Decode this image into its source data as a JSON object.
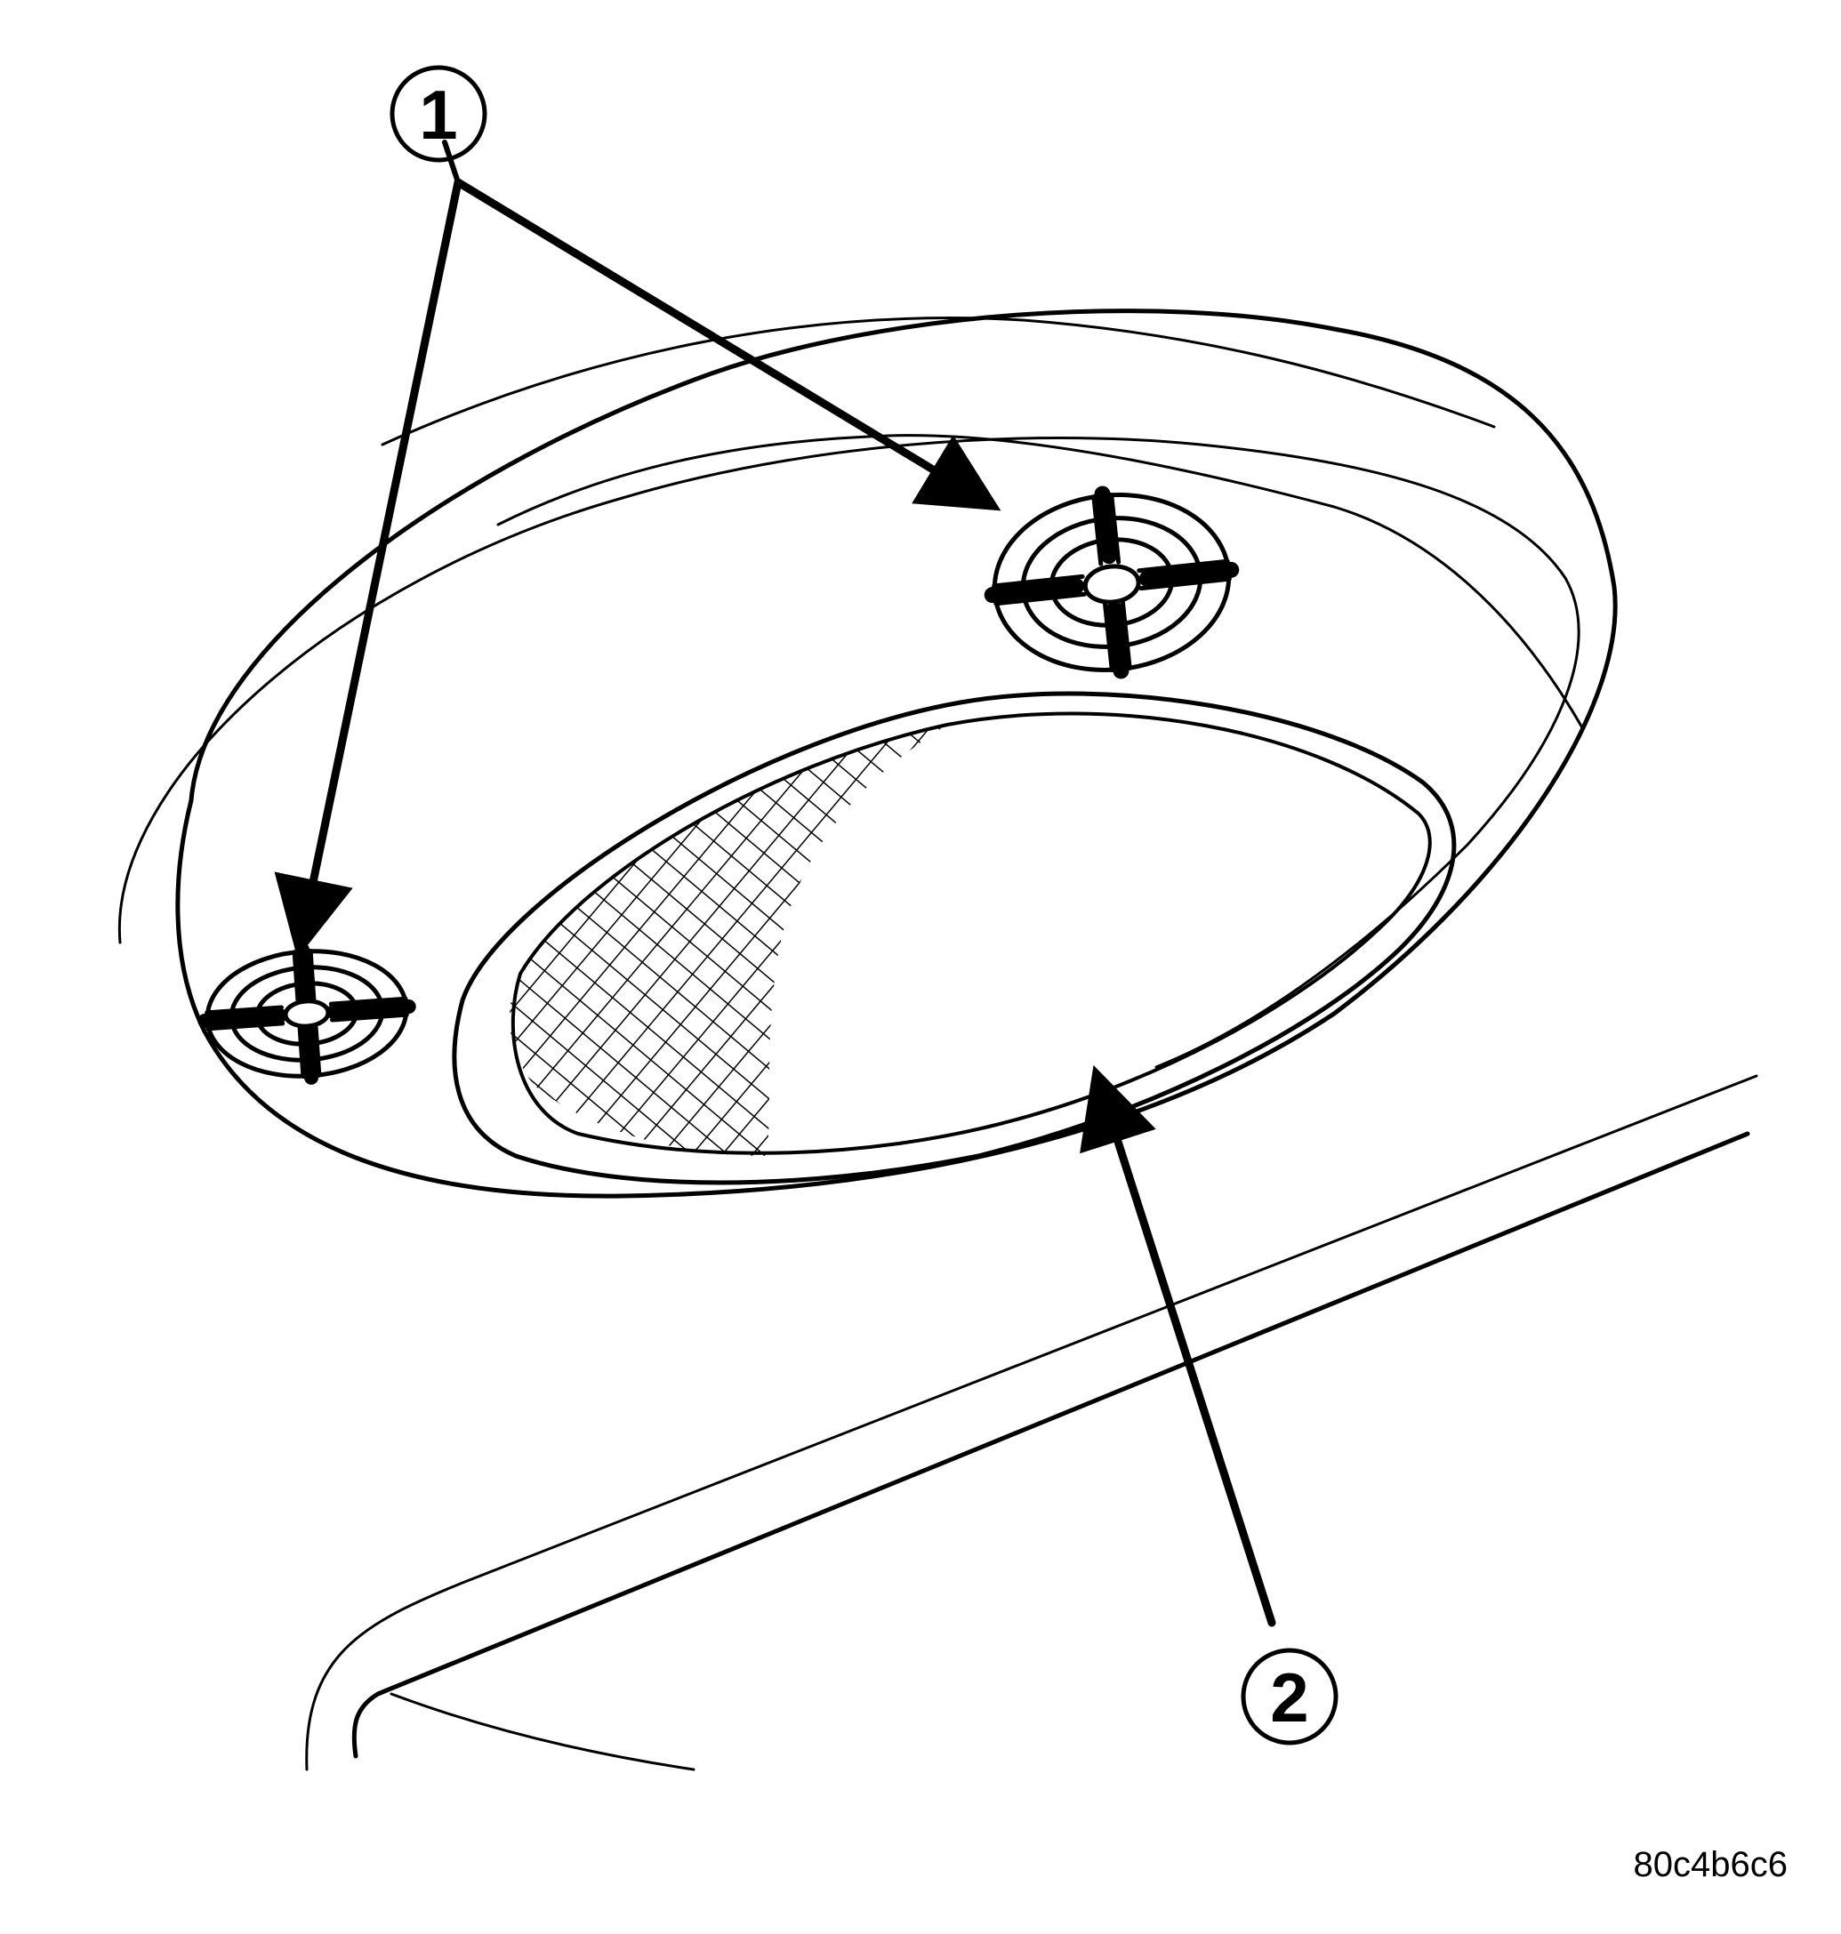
{
  "callouts": [
    {
      "id": "1",
      "label": "1"
    },
    {
      "id": "2",
      "label": "2"
    }
  ],
  "figure_code": "80c4b6c6",
  "colors": {
    "ink": "#000000",
    "background": "#ffffff"
  },
  "icons": [
    "vent-grille-icon",
    "lens-mesh-icon",
    "arrow-icon"
  ]
}
